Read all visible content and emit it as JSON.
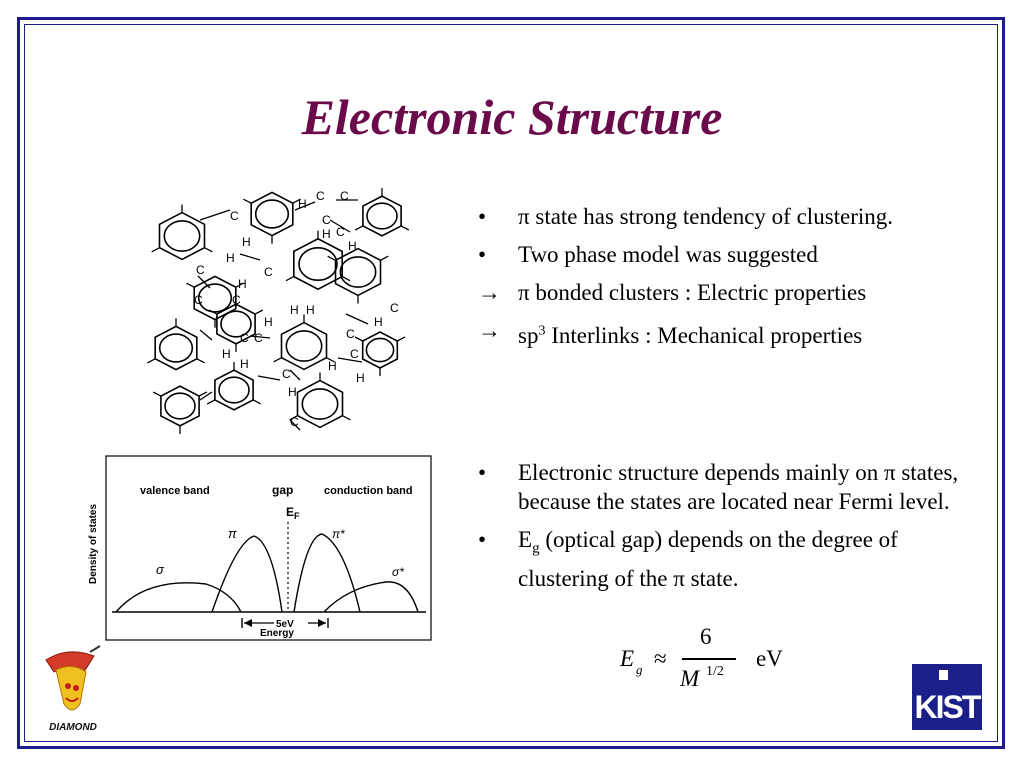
{
  "slide": {
    "title": "Electronic Structure",
    "accent_color": "#6b0a4a",
    "frame_color": "#1c1c8c"
  },
  "bullets_top": [
    {
      "marker": "•",
      "text": " π state has strong tendency of clustering."
    },
    {
      "marker": "•",
      "text": "Two phase model was suggested"
    },
    {
      "marker": "→",
      "text": "π bonded clusters : Electric properties"
    },
    {
      "marker": "→",
      "text_pre": "sp",
      "sup": "3",
      "text_post": " Interlinks : Mechanical properties"
    }
  ],
  "bullets_bottom": [
    {
      "marker": "•",
      "text": "Electronic structure depends mainly on π states, because the states are located near Fermi level."
    },
    {
      "marker": "•",
      "text_pre": "E",
      "sub": "g",
      "text_post": " (optical gap) depends on the degree of clustering of the π state."
    }
  ],
  "formula": {
    "lhs": "E",
    "lhs_sub": "g",
    "relation": "≈",
    "numerator": "6",
    "denominator": "M",
    "denominator_exp": "1/2",
    "unit": "eV"
  },
  "molecule": {
    "atom_C": "C",
    "atom_H": "H"
  },
  "dos_figure": {
    "ylabel": "Density of states",
    "valence_label": "valence band",
    "gap_label": "gap",
    "conduction_label": "conduction band",
    "fermi_label": "E",
    "fermi_sub": "F",
    "sigma": "σ",
    "pi": "π",
    "pi_star": "π*",
    "sigma_star": "σ*",
    "gap_width": "5eV",
    "xlabel": "Energy"
  },
  "logos": {
    "left_logo_text": "DIAMOND",
    "right_logo_text": "KIST"
  }
}
